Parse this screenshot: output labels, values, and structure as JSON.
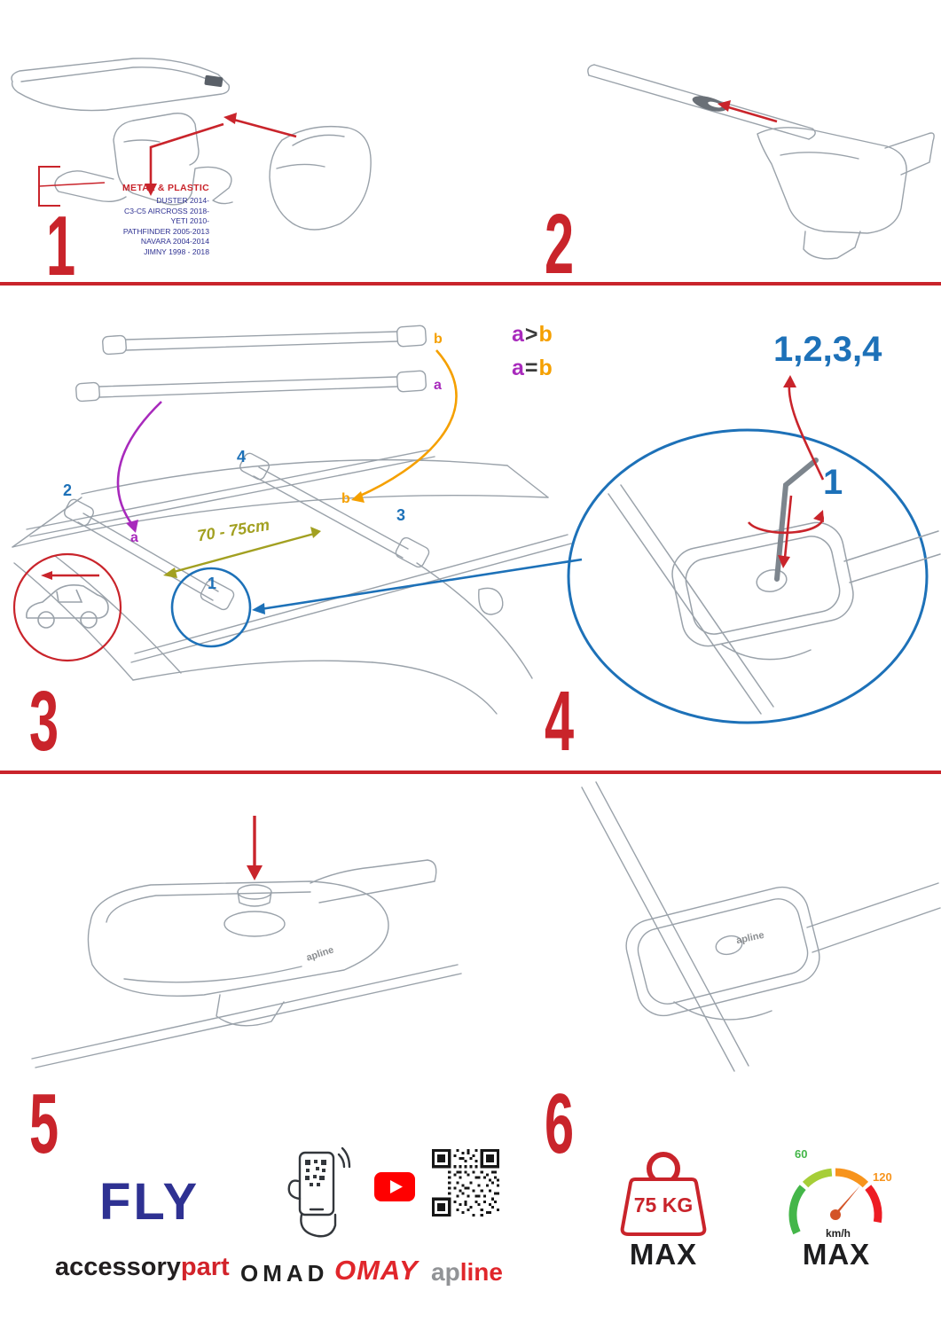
{
  "colors": {
    "red": "#c9242b",
    "blue": "#1d71b8",
    "purple": "#a82abc",
    "orange": "#f5a000",
    "olive": "#a2a021",
    "navy": "#2e3192",
    "green": "#44b649"
  },
  "step1": {
    "number": "1",
    "material_label": "METAL & PLASTIC",
    "models": [
      "DUSTER 2014-",
      "C3-C5 AIRCROSS 2018-",
      "YETI 2010-",
      "PATHFINDER 2005-2013",
      "NAVARA 2004-2014",
      "JIMNY 1998 - 2018"
    ]
  },
  "step2": {
    "number": "2"
  },
  "step3": {
    "number": "3",
    "label_a": "a",
    "label_b": "b",
    "rule_gt": {
      "left": "a",
      "op": ">",
      "right": "b"
    },
    "rule_eq": {
      "left": "a",
      "op": "=",
      "right": "b"
    },
    "distance": "70 - 75cm",
    "pos1": "1",
    "pos2": "2",
    "pos3": "3",
    "pos4": "4"
  },
  "step4": {
    "number": "4",
    "sequence": "1,2,3,4",
    "callout": "1"
  },
  "step5": {
    "number": "5",
    "part_brand": "apline"
  },
  "step6": {
    "number": "6",
    "part_brand": "apline"
  },
  "footer": {
    "product_name": "FLY",
    "brand_accessory": "accessory",
    "brand_part": "part",
    "brand_omad": "OMAD",
    "brand_omay": "OMAY",
    "brand_apline_ap": "ap",
    "brand_apline_line": "line",
    "weight_limit": "75 KG",
    "weight_max": "MAX",
    "speed_low": "60",
    "speed_high": "120",
    "speed_unit": "km/h",
    "speed_max": "MAX"
  }
}
